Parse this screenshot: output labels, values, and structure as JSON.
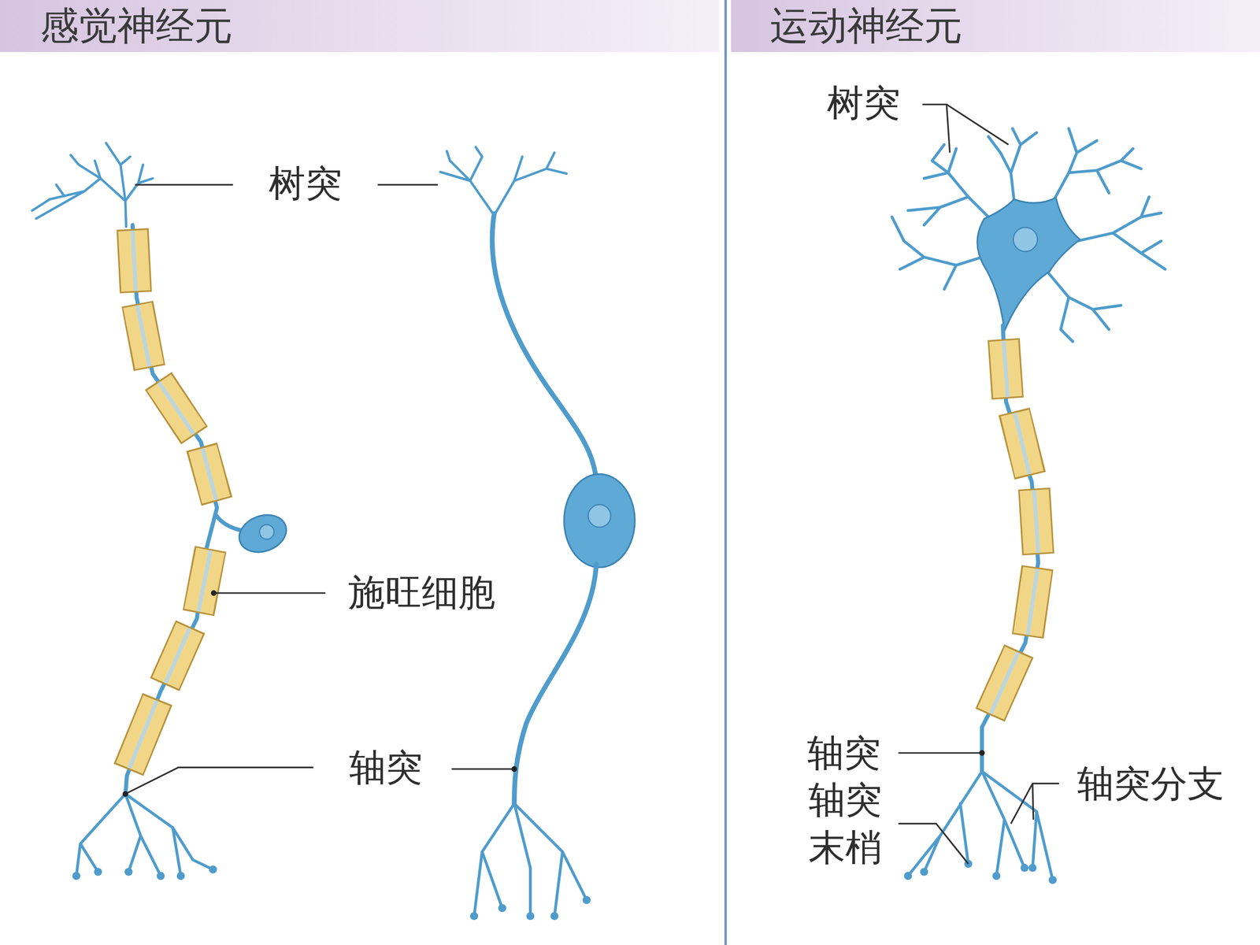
{
  "diagram": {
    "nodes": [
      {
        "text": [
          "感觉神经元"
        ]
      },
      {
        "text": [
          "运动神经元"
        ]
      }
    ],
    "labels": [
      "树突",
      "施旺细胞",
      "轴突",
      "树突",
      "轴突",
      "轴突末梢",
      "轴突分支"
    ]
  }
}
